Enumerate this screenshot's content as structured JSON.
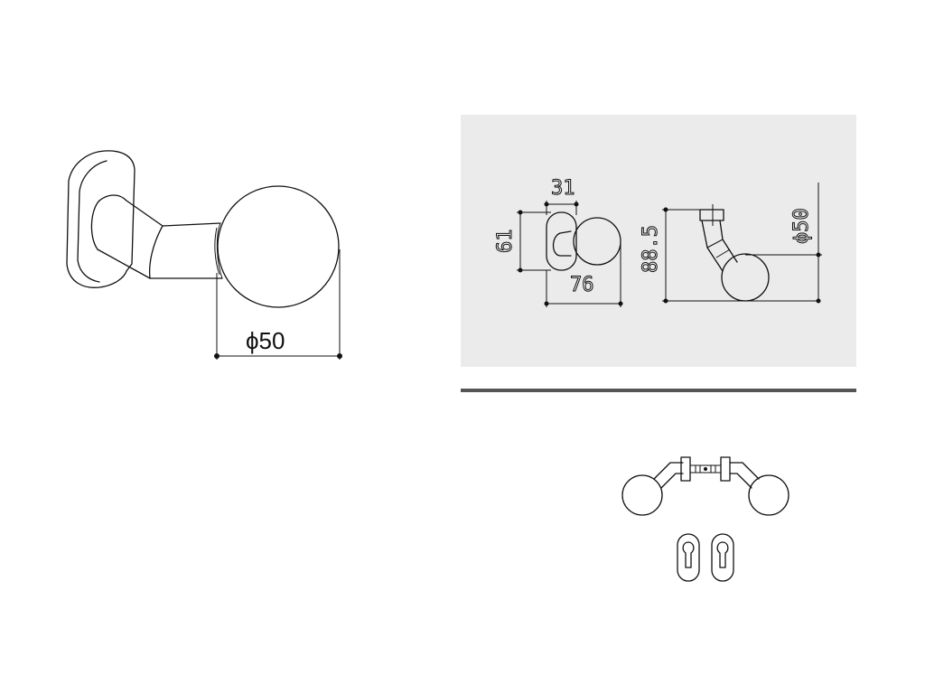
{
  "large_view": {
    "diameter_label": "ϕ50"
  },
  "spec_panel": {
    "background": "#ebebeb",
    "front_view": {
      "width_label": "31",
      "height_label": "61",
      "depth_label": "76"
    },
    "side_view": {
      "height_label": "88.5",
      "diameter_label": "ϕ50"
    }
  },
  "divider_color": "#555555"
}
